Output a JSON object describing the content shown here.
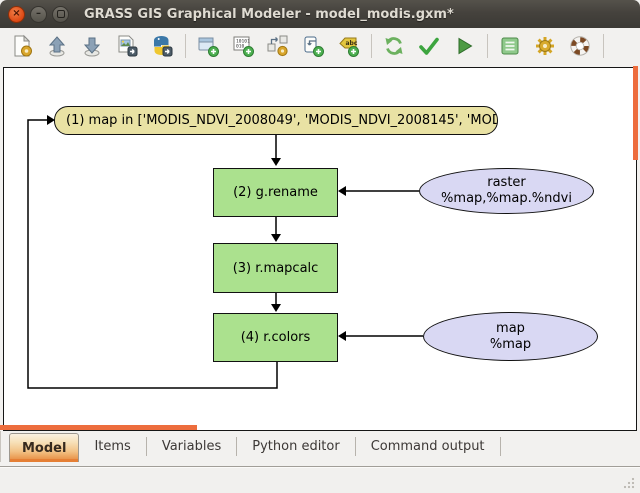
{
  "window": {
    "title": "GRASS GIS Graphical Modeler - model_modis.gxm*",
    "close_glyph": "×",
    "minimize_glyph": "–"
  },
  "toolbar": {
    "icons": [
      "new-model",
      "load-model",
      "save-model",
      "export-to-image",
      "export-to-python",
      "add-command",
      "add-data",
      "define-relation",
      "add-loop",
      "add-comment",
      "redraw-canvas",
      "validate-model",
      "run-model",
      "model-properties",
      "preferences",
      "help"
    ]
  },
  "canvas": {
    "loop_node": {
      "label": "(1) map in ['MODIS_NDVI_2008049', 'MODIS_NDVI_2008145', 'MOD"
    },
    "action_nodes": [
      {
        "label": "(2) g.rename"
      },
      {
        "label": "(3) r.mapcalc"
      },
      {
        "label": "(4) r.colors"
      }
    ],
    "data_nodes": [
      {
        "line1": "raster",
        "line2": "%map,%map.%ndvi"
      },
      {
        "line1": "map",
        "line2": "%map"
      }
    ]
  },
  "tabs": [
    {
      "label": "Model"
    },
    {
      "label": "Items"
    },
    {
      "label": "Variables"
    },
    {
      "label": "Python editor"
    },
    {
      "label": "Command output"
    }
  ],
  "colors": {
    "loop_fill": "#e9e2a4",
    "action_fill": "#abe18e",
    "data_fill": "#d9d8f3",
    "scrollbar": "#ed6d3d",
    "titlebar": "#3e3c38",
    "close_button": "#dd4814",
    "tab_active_accent": "#e57f35"
  }
}
